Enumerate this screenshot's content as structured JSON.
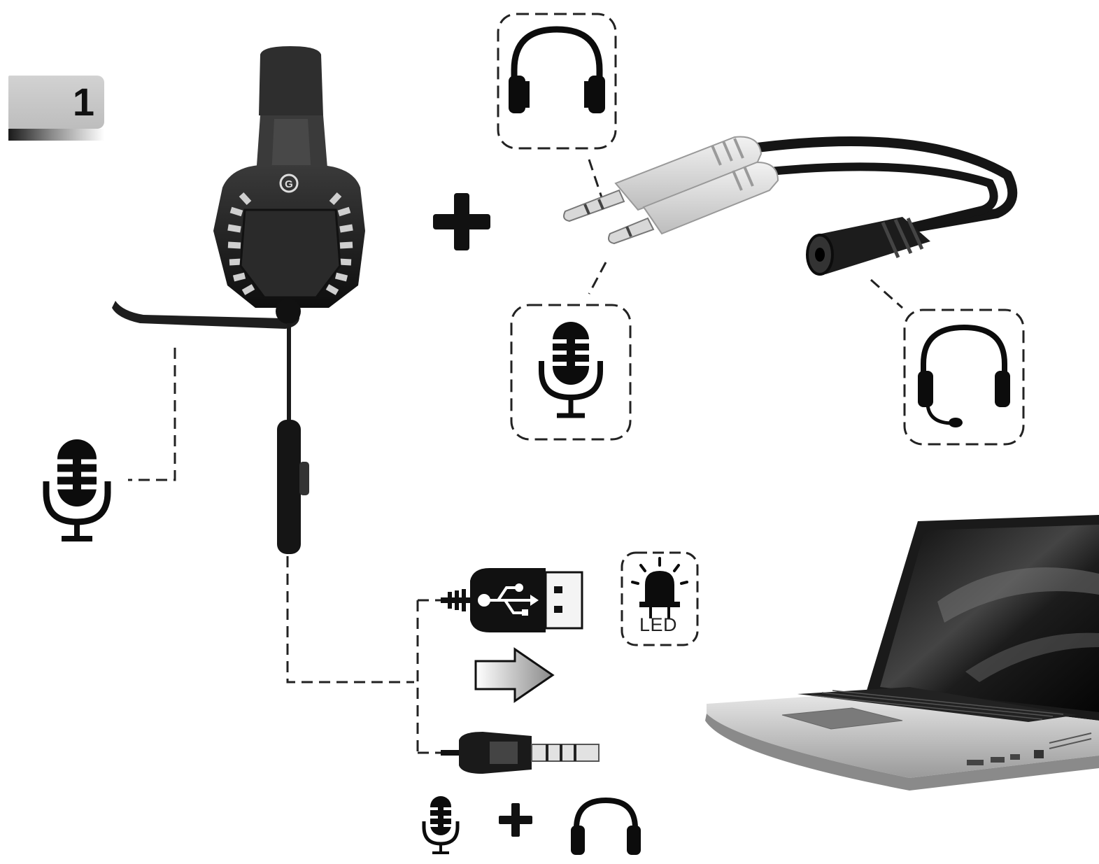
{
  "step": {
    "number": "1"
  },
  "led": {
    "label": "LED"
  },
  "icons": {
    "headset_mic_icon": "microphone-icon",
    "splitter_headphones_icon": "headphones-icon",
    "splitter_mic_icon": "microphone-icon",
    "splitter_headset_icon": "headset-icon",
    "usb_plug": "usb-plug-icon",
    "led_icon": "led-light-icon",
    "arrow": "arrow-right-icon",
    "jack_plug": "audio-jack-plug-icon",
    "bottom_mic_icon": "microphone-icon",
    "bottom_headphones_icon": "headphones-icon",
    "plus_large": "plus-icon",
    "plus_small": "plus-icon",
    "laptop": "laptop-illustration",
    "headset": "gaming-headset-illustration",
    "splitter_cable": "audio-splitter-cable-illustration"
  },
  "colors": {
    "ink": "#111111",
    "badge": "#c8c8c8",
    "line": "#222222"
  }
}
